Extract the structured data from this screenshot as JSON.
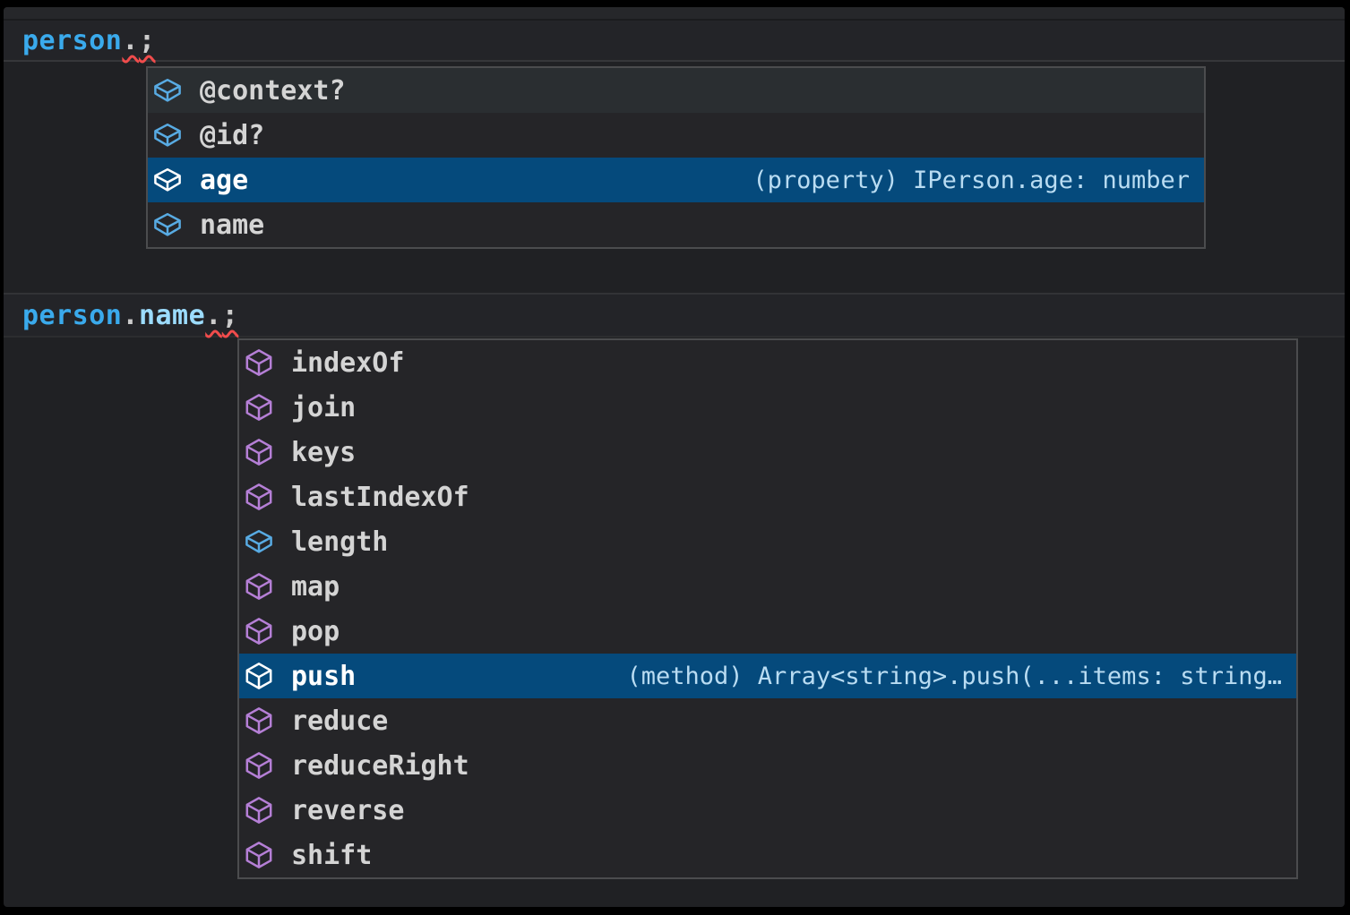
{
  "window": {
    "kind": "code-editor-intellisense",
    "background": "#202124",
    "frame_color": "#000000"
  },
  "colors": {
    "selection_background": "#054a7c",
    "hover_background": "#2a2e31",
    "dropdown_background": "#252528",
    "dropdown_border": "#4b4c4e",
    "label_color": "#d4d4d4",
    "selected_label_color": "#ffffff",
    "detail_color": "#b9dcf2",
    "field_icon_color": "#58abe3",
    "method_icon_color": "#b57fd6",
    "selected_icon_color": "#ffffff",
    "squiggle_color": "#f14c4c",
    "variable_color": "#3aaaec",
    "property_color": "#9cdcfe",
    "punct_color": "#cccccc"
  },
  "code_lines": [
    {
      "tokens": [
        {
          "text": "person",
          "type": "variable"
        },
        {
          "text": ".",
          "type": "punct",
          "error": true
        },
        {
          "text": ";",
          "type": "punct",
          "error": true
        }
      ]
    },
    {
      "tokens": [
        {
          "text": "person",
          "type": "variable"
        },
        {
          "text": ".",
          "type": "punct"
        },
        {
          "text": "name",
          "type": "property"
        },
        {
          "text": ".",
          "type": "punct",
          "error": true
        },
        {
          "text": ";",
          "type": "punct",
          "error": true
        }
      ]
    }
  ],
  "suggest_popups": [
    {
      "for_line": "person.;",
      "items": [
        {
          "label": "@context?",
          "kind": "field",
          "state": "hover"
        },
        {
          "label": "@id?",
          "kind": "field"
        },
        {
          "label": "age",
          "kind": "field",
          "state": "selected",
          "detail": "(property) IPerson.age: number"
        },
        {
          "label": "name",
          "kind": "field"
        }
      ]
    },
    {
      "for_line": "person.name.;",
      "items": [
        {
          "label": "indexOf",
          "kind": "method"
        },
        {
          "label": "join",
          "kind": "method"
        },
        {
          "label": "keys",
          "kind": "method"
        },
        {
          "label": "lastIndexOf",
          "kind": "method"
        },
        {
          "label": "length",
          "kind": "field"
        },
        {
          "label": "map",
          "kind": "method"
        },
        {
          "label": "pop",
          "kind": "method"
        },
        {
          "label": "push",
          "kind": "method",
          "state": "selected",
          "detail": "(method) Array<string>.push(...items: string…"
        },
        {
          "label": "reduce",
          "kind": "method"
        },
        {
          "label": "reduceRight",
          "kind": "method"
        },
        {
          "label": "reverse",
          "kind": "method"
        },
        {
          "label": "shift",
          "kind": "method"
        }
      ]
    }
  ]
}
